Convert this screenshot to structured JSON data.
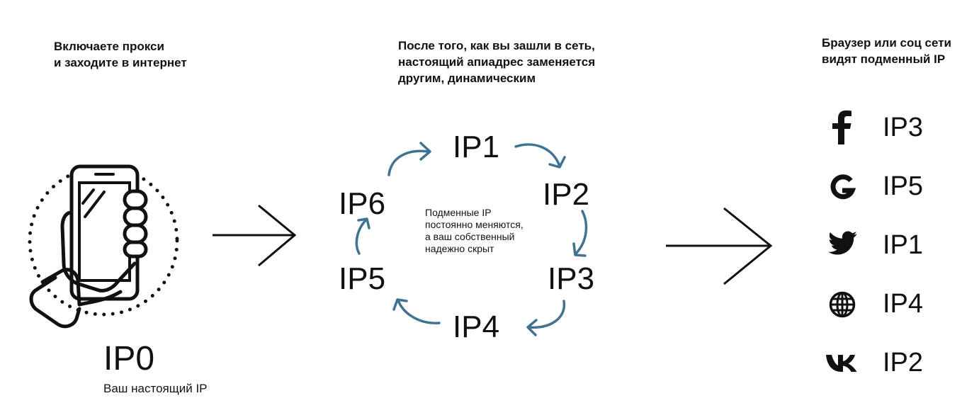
{
  "headings": {
    "left": [
      "Включаете прокси",
      "и заходите в интернет"
    ],
    "center": [
      "После того, как вы зашли в сеть,",
      "настоящий апиадрес заменяется",
      "другим, динамическим"
    ],
    "right": [
      "Браузер или соц сети",
      "видят подменный IP"
    ]
  },
  "left": {
    "ip": "IP0",
    "caption": "Ваш настоящий IP"
  },
  "cycle": {
    "nodes": [
      "IP1",
      "IP2",
      "IP3",
      "IP4",
      "IP5",
      "IP6"
    ],
    "note": [
      "Подменные IP",
      "постоянно меняются,",
      "а ваш собственный",
      "надежно скрыт"
    ],
    "arrow_color": "#3f7391"
  },
  "sites": [
    {
      "icon": "facebook-icon",
      "ip": "IP3"
    },
    {
      "icon": "google-icon",
      "ip": "IP5"
    },
    {
      "icon": "twitter-icon",
      "ip": "IP1"
    },
    {
      "icon": "globe-icon",
      "ip": "IP4"
    },
    {
      "icon": "vk-icon",
      "ip": "IP2"
    }
  ]
}
